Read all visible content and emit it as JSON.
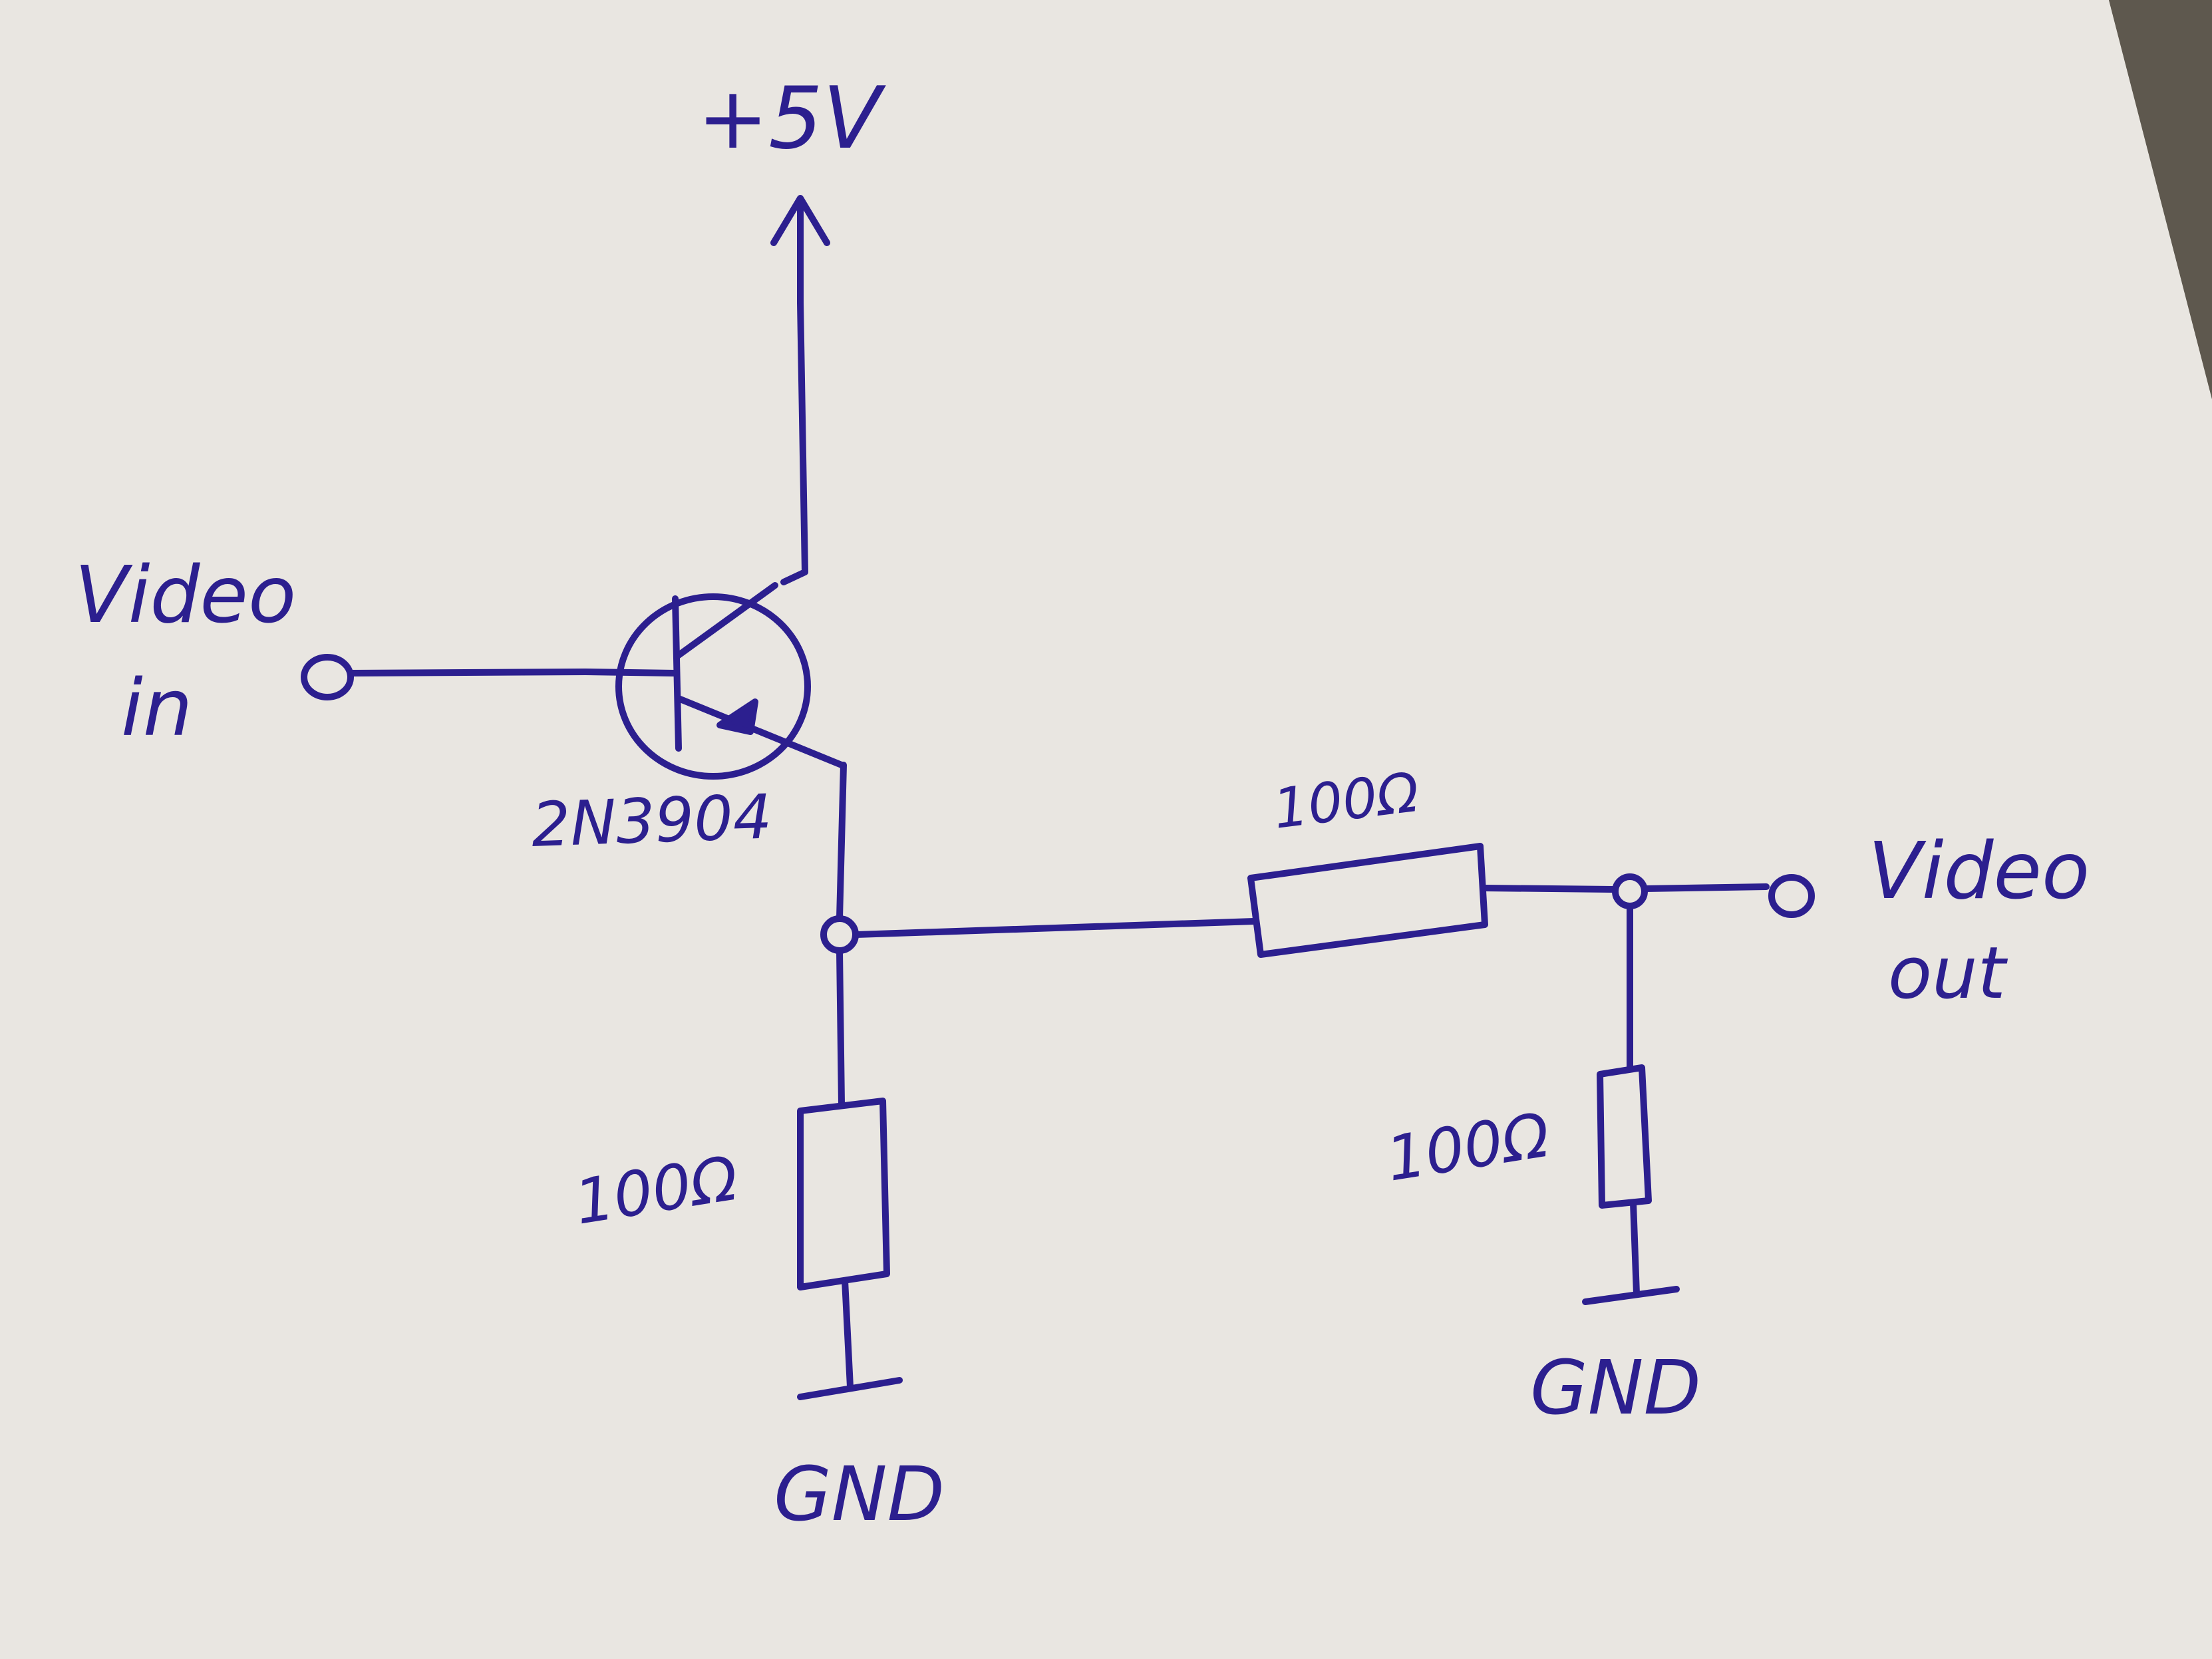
{
  "diagram": {
    "supply_label": "+5V",
    "input_label_line1": "Video",
    "input_label_line2": "in",
    "transistor_label": "2N3904",
    "series_resistor_label": "100Ω",
    "emitter_resistor_label": "100Ω",
    "shunt_resistor_label": "100Ω",
    "output_label_line1": "Video",
    "output_label_line2": "out",
    "gnd_left_label": "GND",
    "gnd_right_label": "GND",
    "ink_color": "#2c1f8f",
    "paper_color": "#e9e6e1"
  }
}
